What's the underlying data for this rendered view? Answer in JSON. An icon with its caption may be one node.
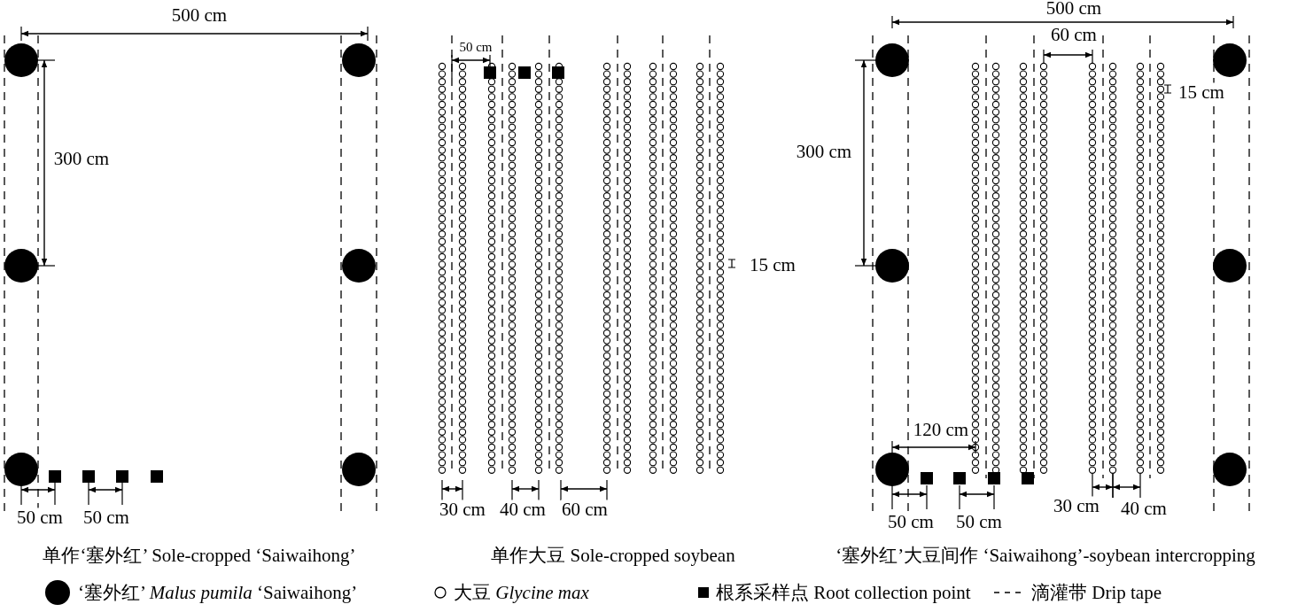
{
  "diagram": {
    "labels": [
      "500 cm",
      "300 cm",
      "50 cm",
      "50 cm",
      "单作‘塞外红’ Sole-cropped ‘Saiwaihong’",
      "50 cm",
      "15 cm",
      "30 cm",
      "40 cm",
      "60 cm",
      "单作大豆 Sole-cropped soybean",
      "500 cm",
      "60 cm",
      "15 cm",
      "300 cm",
      "120 cm",
      "50 cm",
      "50 cm",
      "30 cm",
      "40 cm",
      "‘塞外红’大豆间作 ‘Saiwaihong’-soybean intercropping"
    ],
    "legend": [
      {
        "text": "‘塞外红’ *Malus pumila* ‘Saiwaihong’"
      },
      {
        "text": "大豆 *Glycine max*"
      },
      {
        "text": "根系采样点 Root collection point"
      },
      {
        "text": "滴灌带 Drip tape"
      }
    ]
  }
}
